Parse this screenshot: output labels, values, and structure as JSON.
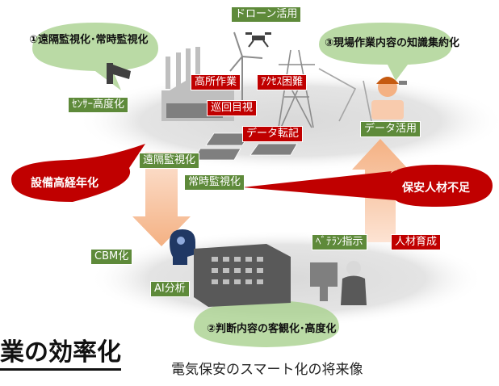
{
  "titles": {
    "remote_monitoring": "①遠隔監視化･常時監視化",
    "knowledge": "③現場作業内容の知識集約化",
    "judgment": "②判断内容の客観化･高度化"
  },
  "labels": {
    "drone": "ドローン活用",
    "sensor": "ｾﾝｻｰ高度化",
    "high_work": "高所作業",
    "access": "ｱｸｾｽ困難",
    "patrol": "巡回目視",
    "data_transfer": "データ転記",
    "remote": "遠隔監視化",
    "constant": "常時監視化",
    "data_use": "データ活用",
    "cbm": "CBM化",
    "ai": "AI分析",
    "veteran": "ﾍﾞﾃﾗﾝ指示",
    "hr_training": "人材育成"
  },
  "callouts": {
    "aging": "設備高経年化",
    "shortage": "保安人材不足"
  },
  "heading": "業の効率化",
  "caption": "電気保安のスマート化の将来像",
  "colors": {
    "green": "#5e8a3a",
    "red": "#c00000",
    "bubble_green": "#a9d18e",
    "arrow": "#f8cbad",
    "ellipse": "#d9d9d9"
  }
}
